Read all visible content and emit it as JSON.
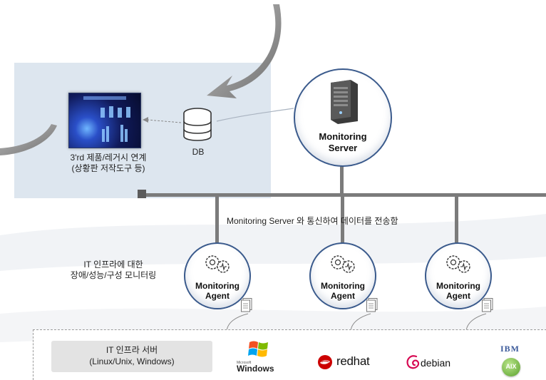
{
  "legacy": {
    "line1": "3'rd 제품/레거시 연계",
    "line2": "(상황판 저작도구 등)"
  },
  "db": {
    "label": "DB"
  },
  "server": {
    "line1": "Monitoring",
    "line2": "Server"
  },
  "bus_caption": "Monitoring Server 와 통신하여 데이터를 전송함",
  "infra_note": {
    "line1": "IT 인프라에 대한",
    "line2": "장애/성능/구성 모니터링"
  },
  "agents": [
    {
      "line1": "Monitoring",
      "line2": "Agent"
    },
    {
      "line1": "Monitoring",
      "line2": "Agent"
    },
    {
      "line1": "Monitoring",
      "line2": "Agent"
    }
  ],
  "servers_box": {
    "line1": "IT 인프라 서버",
    "line2": "(Linux/Unix, Windows)"
  },
  "logos": {
    "windows": "Windows",
    "windows_small": "Microsoft",
    "redhat": "redhat",
    "debian": "debian",
    "ibm": "IBM",
    "aix": "AIX"
  },
  "colors": {
    "panel": "#dde6ef",
    "bus": "#7b7b7b",
    "circle_border": "#3a5a8c",
    "arrow": "#8a8a8a"
  }
}
